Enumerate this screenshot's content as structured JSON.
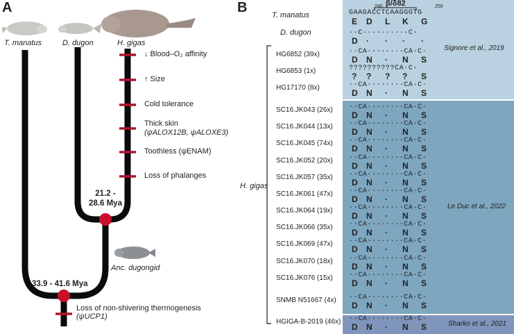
{
  "panel_a": {
    "label": "A",
    "taxa": {
      "manatus": "T. manatus",
      "dugon": "D. dugon",
      "gigas": "H. gigas",
      "anc": "Anc. dugongid"
    },
    "nodes": {
      "inner_line1": "21.2 -",
      "inner_line2": "28.6 Mya",
      "root": "33.9 - 41.6 Mya"
    },
    "traits": {
      "blood_o2": "↓ Blood–O₂ affinity",
      "size": "↑ Size",
      "cold": "Cold tolerance",
      "thick_skin_1": "Thick skin",
      "thick_skin_2": "(ψALOX12B, ψALOXE3)",
      "toothless": "Toothless (ψENAM)",
      "phalanges": "Loss of phalanges",
      "nst_1": "Loss of non-shivering thermogenesis",
      "nst_2": "(ψUCP1)"
    },
    "colors": {
      "branch": "#0b0b0b",
      "node": "#c8102e",
      "trait_tick": "#b01530"
    }
  },
  "panel_b": {
    "label": "B",
    "pos_240": "240",
    "pos_250": "250",
    "beta_label": "β/δ82",
    "ref": {
      "name": "T. manatus",
      "seq": "GAAGACCTCAAGGGTG",
      "aa": [
        "E",
        "D",
        "L",
        "K",
        "G"
      ]
    },
    "dugong": {
      "name": "D. dugon",
      "seq": "··C··········C·",
      "aa": [
        "D",
        "·",
        "·",
        "·",
        "·"
      ]
    },
    "gigas_label": "H. gigas",
    "rows": [
      {
        "label": "HG6852 (39x)",
        "seq": "··CA········CA·C·",
        "aa": [
          "D",
          "N",
          "·",
          "N",
          "S"
        ]
      },
      {
        "label": "HG6853 (1x)",
        "seq": "??????????CA·C·",
        "aa": [
          "?",
          "?",
          "?",
          "?",
          "S"
        ]
      },
      {
        "label": "HG17170 (8x)",
        "seq": "··CA········CA·C·",
        "aa": [
          "D",
          "N",
          "·",
          "N",
          "S"
        ]
      },
      {
        "label": "SC16.JK043 (26x)",
        "seq": "··CA········CA·C·",
        "aa": [
          "D",
          "N",
          "·",
          "N",
          "S"
        ]
      },
      {
        "label": "SC16.JK044 (13x)",
        "seq": "··CA········CA·C·",
        "aa": [
          "D",
          "N",
          "·",
          "N",
          "S"
        ]
      },
      {
        "label": "SC16.JK045 (74x)",
        "seq": "··CA········CA·C·",
        "aa": [
          "D",
          "N",
          "·",
          "N",
          "S"
        ]
      },
      {
        "label": "SC16.JK052 (20x)",
        "seq": "··CA········CA·C·",
        "aa": [
          "D",
          "N",
          "·",
          "N",
          "S"
        ]
      },
      {
        "label": "SC16.JK057 (35x)",
        "seq": "··CA········CA·C·",
        "aa": [
          "D",
          "N",
          "·",
          "N",
          "S"
        ]
      },
      {
        "label": "SC16.JK061 (47x)",
        "seq": "··CA········CA·C·",
        "aa": [
          "D",
          "N",
          "·",
          "N",
          "S"
        ]
      },
      {
        "label": "SC16.JK064 (19x)",
        "seq": "··CA········CA·C·",
        "aa": [
          "D",
          "N",
          "·",
          "N",
          "S"
        ]
      },
      {
        "label": "SC16.JK066 (35x)",
        "seq": "··CA········CA·C·",
        "aa": [
          "D",
          "N",
          "·",
          "N",
          "S"
        ]
      },
      {
        "label": "SC16.JK069 (47x)",
        "seq": "··CA········CA·C·",
        "aa": [
          "D",
          "N",
          "·",
          "N",
          "S"
        ]
      },
      {
        "label": "SC16.JK070 (18x)",
        "seq": "··CA········CA·C·",
        "aa": [
          "D",
          "N",
          "·",
          "N",
          "S"
        ]
      },
      {
        "label": "SC16.JK076 (15x)",
        "seq": "··CA········CA·C·",
        "aa": [
          "D",
          "N",
          "·",
          "N",
          "S"
        ]
      },
      {
        "label": "SNMB N51667 (4x)",
        "seq": "··CA········CA·C·",
        "aa": [
          "D",
          "N",
          "·",
          "N",
          "S"
        ]
      },
      {
        "label": "HGIGA-B-2019 (46x)",
        "seq": "··CA········CA·C·",
        "aa": [
          "D",
          "N",
          "·",
          "N",
          "S"
        ]
      }
    ],
    "citations": {
      "signore": "Signore et al., 2019",
      "leduc": "Le Duc et al., 2022",
      "sharko": "Sharko et al., 2021"
    },
    "colors": {
      "ref_bg": "#b9d1e0",
      "leduc_bg": "#7ea6bf",
      "sharko_bg": "#7f95bb"
    }
  }
}
